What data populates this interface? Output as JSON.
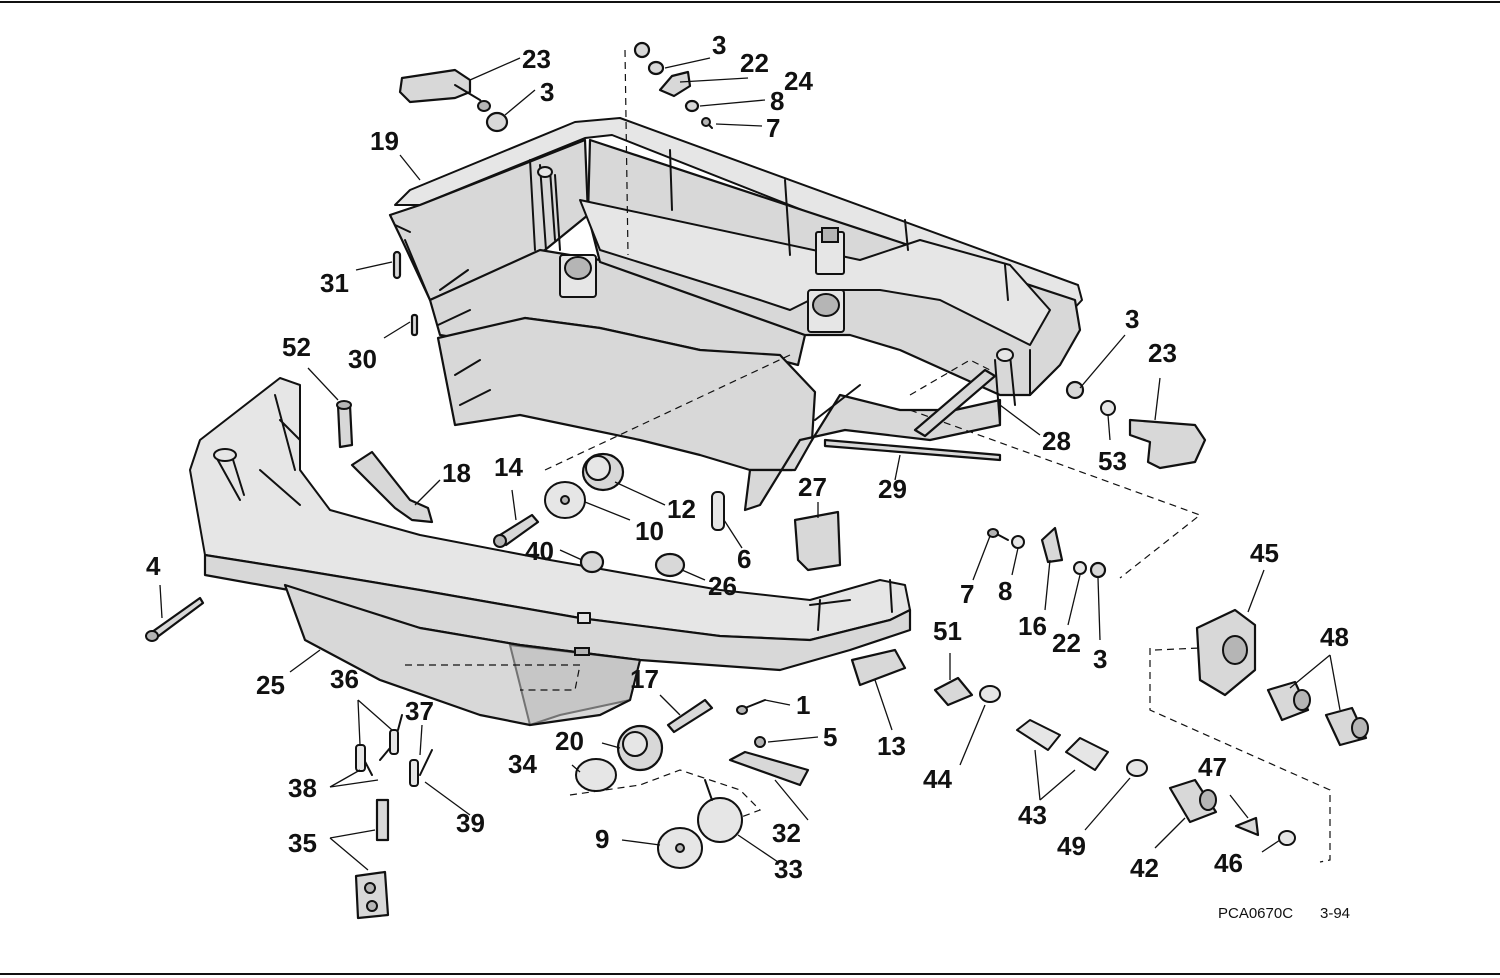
{
  "diagram_code": "PCA0670C",
  "diagram_date": "3-94",
  "callouts": [
    {
      "id": "c23a",
      "text": "23"
    },
    {
      "id": "c3a",
      "text": "3"
    },
    {
      "id": "c19",
      "text": "19"
    },
    {
      "id": "c3b",
      "text": "3"
    },
    {
      "id": "c22a",
      "text": "22"
    },
    {
      "id": "c24",
      "text": "24"
    },
    {
      "id": "c8a",
      "text": "8"
    },
    {
      "id": "c7a",
      "text": "7"
    },
    {
      "id": "c31",
      "text": "31"
    },
    {
      "id": "c30",
      "text": "30"
    },
    {
      "id": "c52",
      "text": "52"
    },
    {
      "id": "c3c",
      "text": "3"
    },
    {
      "id": "c23b",
      "text": "23"
    },
    {
      "id": "c28",
      "text": "28"
    },
    {
      "id": "c53",
      "text": "53"
    },
    {
      "id": "c29",
      "text": "29"
    },
    {
      "id": "c18",
      "text": "18"
    },
    {
      "id": "c14",
      "text": "14"
    },
    {
      "id": "c12",
      "text": "12"
    },
    {
      "id": "c10",
      "text": "10"
    },
    {
      "id": "c6",
      "text": "6"
    },
    {
      "id": "c27",
      "text": "27"
    },
    {
      "id": "c40",
      "text": "40"
    },
    {
      "id": "c26",
      "text": "26"
    },
    {
      "id": "c4",
      "text": "4"
    },
    {
      "id": "c7b",
      "text": "7"
    },
    {
      "id": "c8b",
      "text": "8"
    },
    {
      "id": "c16",
      "text": "16"
    },
    {
      "id": "c22b",
      "text": "22"
    },
    {
      "id": "c3d",
      "text": "3"
    },
    {
      "id": "c45",
      "text": "45"
    },
    {
      "id": "c48",
      "text": "48"
    },
    {
      "id": "c51",
      "text": "51"
    },
    {
      "id": "c25",
      "text": "25"
    },
    {
      "id": "c36",
      "text": "36"
    },
    {
      "id": "c37",
      "text": "37"
    },
    {
      "id": "c17",
      "text": "17"
    },
    {
      "id": "c1",
      "text": "1"
    },
    {
      "id": "c13",
      "text": "13"
    },
    {
      "id": "c20",
      "text": "20"
    },
    {
      "id": "c5",
      "text": "5"
    },
    {
      "id": "c44",
      "text": "44"
    },
    {
      "id": "c34",
      "text": "34"
    },
    {
      "id": "c38",
      "text": "38"
    },
    {
      "id": "c39",
      "text": "39"
    },
    {
      "id": "c32",
      "text": "32"
    },
    {
      "id": "c43",
      "text": "43"
    },
    {
      "id": "c47",
      "text": "47"
    },
    {
      "id": "c35",
      "text": "35"
    },
    {
      "id": "c9",
      "text": "9"
    },
    {
      "id": "c33",
      "text": "33"
    },
    {
      "id": "c49",
      "text": "49"
    },
    {
      "id": "c42",
      "text": "42"
    },
    {
      "id": "c46",
      "text": "46"
    }
  ]
}
